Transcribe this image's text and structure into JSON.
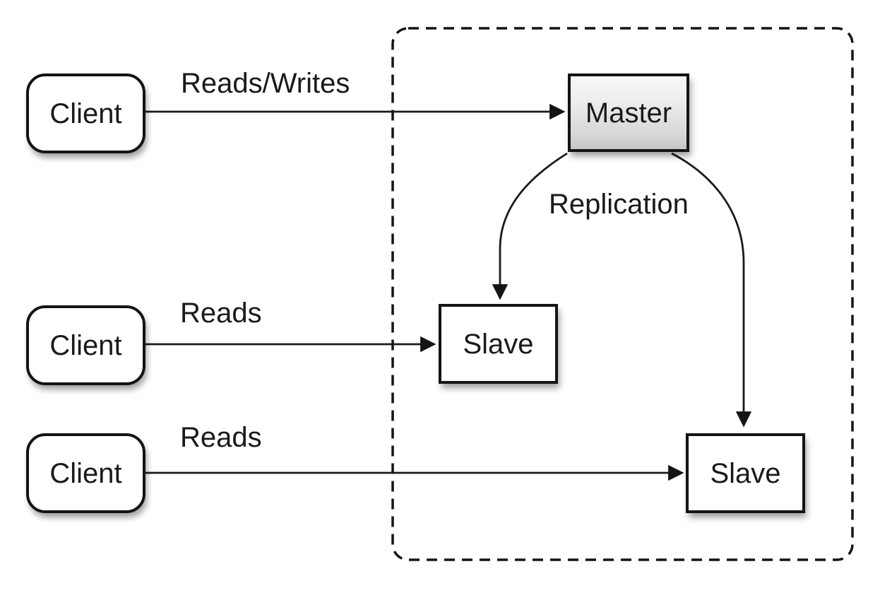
{
  "diagram": {
    "nodes": {
      "clients": [
        {
          "id": "client-1",
          "label": "Client"
        },
        {
          "id": "client-2",
          "label": "Client"
        },
        {
          "id": "client-3",
          "label": "Client"
        }
      ],
      "master": {
        "id": "master",
        "label": "Master"
      },
      "slaves": [
        {
          "id": "slave-1",
          "label": "Slave"
        },
        {
          "id": "slave-2",
          "label": "Slave"
        }
      ]
    },
    "edges": [
      {
        "from": "client-1",
        "to": "master",
        "label": "Reads/Writes"
      },
      {
        "from": "client-2",
        "to": "slave-1",
        "label": "Reads"
      },
      {
        "from": "client-3",
        "to": "slave-2",
        "label": "Reads"
      },
      {
        "from": "master",
        "to": "slave-1, slave-2",
        "label": "Replication"
      }
    ],
    "colors": {
      "background": "#ffffff",
      "stroke": "#1a1a1a",
      "node_border": "#141414",
      "node_fill": "#ffffff",
      "master_gradient_top": "#f8f8f8",
      "master_gradient_bottom": "#c6c6c6",
      "text": "#1a1a1a"
    }
  }
}
